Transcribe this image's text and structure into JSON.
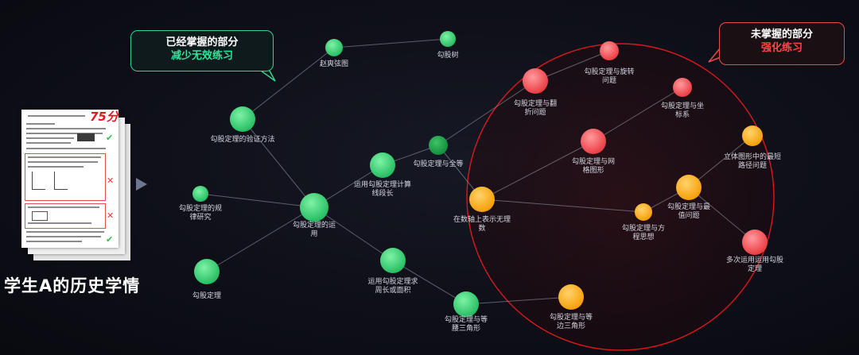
{
  "header": {
    "mastered_title": "已经掌握的部分",
    "mastered_sub": "减少无效练习",
    "unmastered_title": "未掌握的部分",
    "unmastered_sub": "强化练习"
  },
  "exam": {
    "score": "75分",
    "caption": "学生A的历史学情"
  },
  "colors": {
    "mastered": "#2ecf72",
    "weak": "#ff5a5f",
    "partial": "#ffb21a",
    "bubble_green": "#33d38a",
    "bubble_red": "#e84a4a",
    "circle_red": "#d8191c"
  },
  "diagram": {
    "legend_states": [
      "mastered",
      "partial",
      "weak"
    ],
    "nodes": [
      {
        "id": "n1",
        "label": [
          "赵爽弦图"
        ],
        "state": "mastered"
      },
      {
        "id": "n2",
        "label": [
          "勾股树"
        ],
        "state": "mastered"
      },
      {
        "id": "n3",
        "label": [
          "勾股定理的验证方法"
        ],
        "state": "mastered"
      },
      {
        "id": "n4",
        "label": [
          "勾股定理的规",
          "律研究"
        ],
        "state": "mastered"
      },
      {
        "id": "n5",
        "label": [
          "勾股定理的运",
          "用"
        ],
        "state": "mastered"
      },
      {
        "id": "n6",
        "label": [
          "运用勾股定理计算",
          "线段长"
        ],
        "state": "mastered"
      },
      {
        "id": "n7",
        "label": [
          "勾股定理与全等"
        ],
        "state": "mastered"
      },
      {
        "id": "n8",
        "label": [
          "勾股定理"
        ],
        "state": "mastered"
      },
      {
        "id": "n9",
        "label": [
          "运用勾股定理求",
          "周长或面积"
        ],
        "state": "mastered"
      },
      {
        "id": "n10",
        "label": [
          "勾股定理与等",
          "腰三角形"
        ],
        "state": "mastered"
      },
      {
        "id": "n11",
        "label": [
          "勾股定理与等",
          "边三角形"
        ],
        "state": "partial"
      },
      {
        "id": "n12",
        "label": [
          "在数轴上表示无理",
          "数"
        ],
        "state": "partial"
      },
      {
        "id": "n13",
        "label": [
          "勾股定理与方",
          "程思想"
        ],
        "state": "partial"
      },
      {
        "id": "n14",
        "label": [
          "勾股定理与最",
          "值问题"
        ],
        "state": "partial"
      },
      {
        "id": "n15",
        "label": [
          "立体图形中的最短",
          "路径问题"
        ],
        "state": "partial"
      },
      {
        "id": "n16",
        "label": [
          "勾股定理与翻",
          "折问题"
        ],
        "state": "weak"
      },
      {
        "id": "n17",
        "label": [
          "勾股定理与旋转",
          "问题"
        ],
        "state": "weak"
      },
      {
        "id": "n18",
        "label": [
          "勾股定理与坐",
          "标系"
        ],
        "state": "weak"
      },
      {
        "id": "n19",
        "label": [
          "勾股定理与网",
          "格图形"
        ],
        "state": "weak"
      },
      {
        "id": "n20",
        "label": [
          "多次运用运用勾股",
          "定理"
        ],
        "state": "weak"
      }
    ],
    "edges": [
      [
        "n3",
        "n1"
      ],
      [
        "n1",
        "n2"
      ],
      [
        "n5",
        "n3"
      ],
      [
        "n5",
        "n4"
      ],
      [
        "n5",
        "n8"
      ],
      [
        "n5",
        "n6"
      ],
      [
        "n6",
        "n7"
      ],
      [
        "n7",
        "n16"
      ],
      [
        "n16",
        "n17"
      ],
      [
        "n7",
        "n12"
      ],
      [
        "n12",
        "n19"
      ],
      [
        "n19",
        "n18"
      ],
      [
        "n12",
        "n13"
      ],
      [
        "n13",
        "n14"
      ],
      [
        "n14",
        "n15"
      ],
      [
        "n14",
        "n20"
      ],
      [
        "n5",
        "n9"
      ],
      [
        "n9",
        "n10"
      ],
      [
        "n10",
        "n11"
      ]
    ]
  }
}
